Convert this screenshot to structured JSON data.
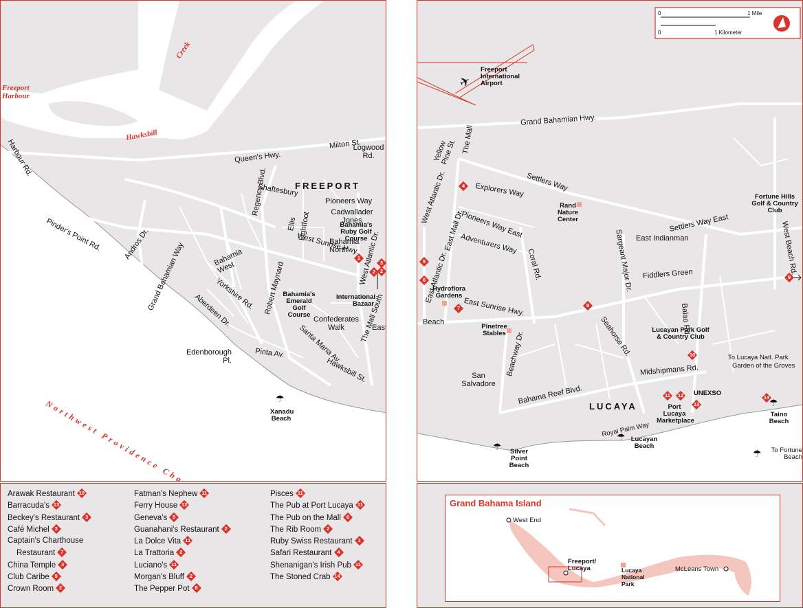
{
  "colors": {
    "accent": "#d9342b",
    "land": "#e8e6e7",
    "water": "#ffffff",
    "road": "#ffffff"
  },
  "left_map": {
    "water_labels": {
      "creek": "Creek",
      "harbour": "Freeport Harbour",
      "hawksbill": "Hawksbill",
      "channel": "Northwest Providence Channel"
    },
    "town": "FREEPORT",
    "roads": {
      "harbour_rd": "Harbour Rd.",
      "queens_hwy": "Queen's Hwy.",
      "milton_st": "Milton St.",
      "logwood_rd": "Logwood Rd.",
      "pinders_point": "Pinder's Point Rd.",
      "andros_dr": "Andros Dr.",
      "grand_bahamian_way": "Grand Bahamian Way",
      "regency_blvd": "Regency Blvd.",
      "shaftesbury": "Shaftesbury",
      "ellis": "Ellis",
      "lightfoot": "Lightfoot",
      "pioneers_way": "Pioneers Way",
      "cadwallader_jones": "Cadwallader Jones",
      "west_sunrise_hwy": "West Sunrise Hwy.",
      "west_atlantic_dr": "West Atlantic Dr.",
      "bahamia_west": "Bahamia West",
      "bahamia_north": "Bahamia North",
      "yorkshire_rd": "Yorkshire Rd.",
      "robert_maynard": "Robert Maynard",
      "aberdeen_dr": "Aberdeen Dr.",
      "confederates_walk": "Confederates Walk",
      "santa_maria_av": "Santa Maria Av.",
      "the_mall_south": "The Mall South",
      "east": "East",
      "pinta_av": "Pinta Av.",
      "hawksbill_st": "Hawksbill St.",
      "edenborough_pl": "Edenborough Pl."
    },
    "places": {
      "ruby_golf": "Bahamia's Ruby Golf Course",
      "emerald_golf": "Bahamia's Emerald Golf Course",
      "intl_bazaar": "International Bazaar",
      "xanadu_beach": "Xanadu Beach"
    },
    "badges": {
      "b1": "1",
      "b2a": "2",
      "b3": "3",
      "b2b": "2"
    }
  },
  "right_map": {
    "scale": {
      "zero_top": "0",
      "mile": "1 Mile",
      "zero_bottom": "0",
      "km": "1 Kilometer"
    },
    "town": "LUCAYA",
    "roads": {
      "grand_bahamian_hwy": "Grand Bahamian Hwy.",
      "yellow_pine": "Yellow Pine St.",
      "the_mall": "The Mall",
      "west_atlantic_dr": "West Atlantic Dr.",
      "east_mall_dr": "East Mall Dr.",
      "settlers_way": "Settlers Way",
      "explorers_way": "Explorers Way",
      "pioneers_way_east": "Pioneers Way East",
      "adventurers_way": "Adventurers Way",
      "east_atlantic_dr": "East Atlantic Dr.",
      "coral_rd": "Coral Rd.",
      "east_sunrise_hwy": "East Sunrise Hwy.",
      "beach": "Beach",
      "settlers_way_east": "Settlers Way East",
      "east_indianman": "East Indianman",
      "sargeant_major_dr": "Sargeant Major Dr.",
      "fiddlers_green": "Fiddlers Green",
      "west_beach_rd": "West Beach Rd.",
      "seahorse_rd": "Seahorse Rd.",
      "balao_rd": "Balao Rd.",
      "beachway_dr": "Beachway Dr.",
      "san_salvadore": "San Salvadore",
      "bahama_reef_blvd": "Bahama Reef Blvd.",
      "midshipmans_rd": "Midshipmans Rd.",
      "royal_palm_way": "Royal Palm Way"
    },
    "places": {
      "airport": "Freeport International Airport",
      "rand_nature": "Rand Nature Center",
      "hydroflora": "Hydroflora Gardens",
      "pinetree": "Pinetree Stables",
      "fortune_hills": "Fortune Hills Golf & Country Club",
      "lucayan_park": "Lucayan Park Golf & Country Club",
      "to_lucaya_park": "To Lucaya Natl. Park",
      "garden_groves": "Garden of the Groves",
      "unexso": "UNEXSO",
      "port_lucaya": "Port Lucaya Marketplace",
      "taino_beach": "Taino Beach",
      "silver_point": "Silver Point Beach",
      "lucayan_beach": "Lucayan Beach",
      "to_fortune": "To Fortune Beach"
    },
    "badges": {
      "b4": "4",
      "b5": "5",
      "b6": "6",
      "b7": "7",
      "b8": "8",
      "b9": "9",
      "b10": "10",
      "b11": "11",
      "b12": "12",
      "b13": "13",
      "b14": "14"
    }
  },
  "restaurants": {
    "col1": [
      {
        "name": "Arawak Restaurant",
        "num": "10"
      },
      {
        "name": "Barracuda's",
        "num": "13"
      },
      {
        "name": "Beckey's Restaurant",
        "num": "3"
      },
      {
        "name": "Café Michel",
        "num": "3"
      },
      {
        "name": "Captain's Charthouse",
        "num": ""
      },
      {
        "name": "Restaurant",
        "num": "7"
      },
      {
        "name": "China Temple",
        "num": "3"
      },
      {
        "name": "Club Caribe",
        "num": "9"
      },
      {
        "name": "Crown Room",
        "num": "2"
      }
    ],
    "col2": [
      {
        "name": "Fatman's Nephew",
        "num": "11"
      },
      {
        "name": "Ferry House",
        "num": "12"
      },
      {
        "name": "Geneva's",
        "num": "5"
      },
      {
        "name": "Guanahani's Restaurant",
        "num": "2"
      },
      {
        "name": "La Dolce Vita",
        "num": "11"
      },
      {
        "name": "La Trattoria",
        "num": "2"
      },
      {
        "name": "Luciano's",
        "num": "11"
      },
      {
        "name": "Morgan's Bluff",
        "num": "2"
      },
      {
        "name": "The Pepper Pot",
        "num": "8"
      }
    ],
    "col3": [
      {
        "name": "Pisces",
        "num": "11"
      },
      {
        "name": "The Pub at Port Lucaya",
        "num": "11"
      },
      {
        "name": "The Pub on the Mall",
        "num": "6"
      },
      {
        "name": "The Rib Room",
        "num": "2"
      },
      {
        "name": "Ruby Swiss Restaurant",
        "num": "1"
      },
      {
        "name": "Safari Restaurant",
        "num": "4"
      },
      {
        "name": "Shenanigan's Irish Pub",
        "num": "11"
      },
      {
        "name": "The Stoned Crab",
        "num": "14"
      }
    ]
  },
  "inset": {
    "title": "Grand Bahama Island",
    "west_end": "West End",
    "freeport": "Freeport/ Lucaya",
    "lucaya_park": "Lucaya National Park",
    "mcleans": "McLeans Town"
  }
}
